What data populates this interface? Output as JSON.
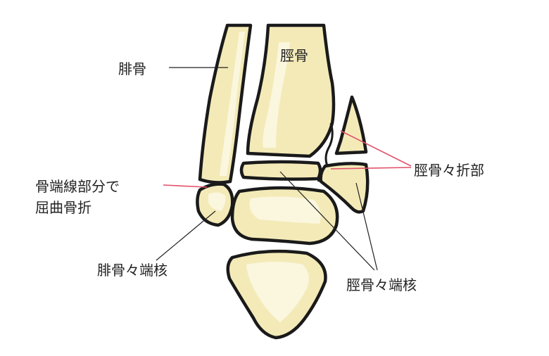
{
  "labels": {
    "fibula": "腓骨",
    "tibia": "脛骨",
    "tibia_fracture": "脛骨々折部",
    "physis_fracture_line1": "骨端線部分で",
    "physis_fracture_line2": "屈曲骨折",
    "fibula_epiphysis": "腓骨々端核",
    "tibia_epiphysis": "脛骨々端核"
  },
  "colors": {
    "bone_fill": "#f3eab8",
    "outline": "#1a1a1a",
    "fracture_leader": "#e2506a"
  }
}
